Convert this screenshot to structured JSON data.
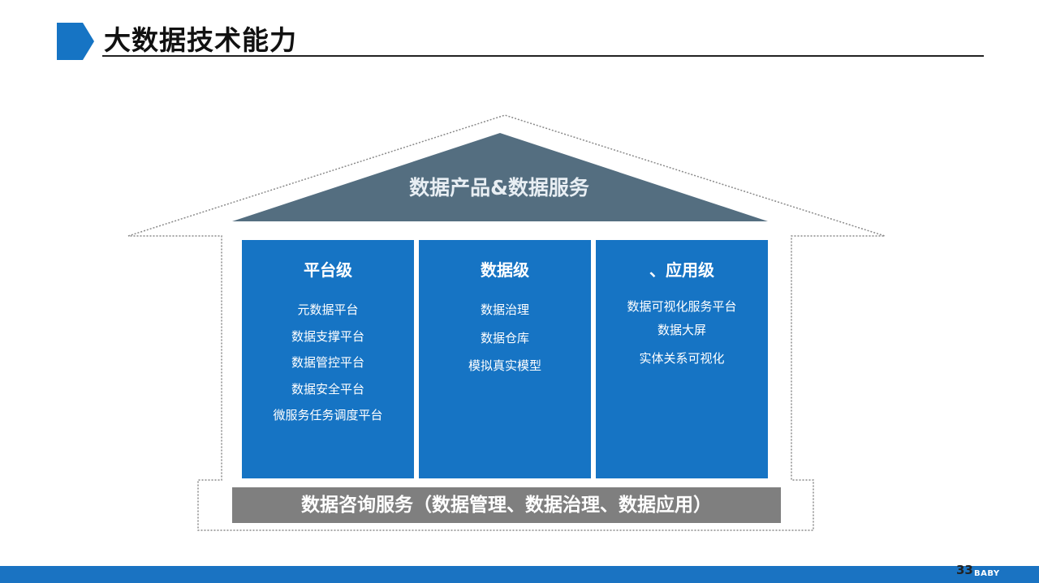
{
  "title": "大数据技术能力",
  "roof": {
    "label": "数据产品&数据服务"
  },
  "columns": [
    {
      "heading": "平台级",
      "items": [
        "元数据平台",
        "数据支撑平台",
        "数据管控平台",
        "数据安全平台",
        "微服务任务调度平台"
      ]
    },
    {
      "heading": "数据级",
      "items": [
        "数据治理",
        "数据仓库",
        "模拟真实模型"
      ]
    },
    {
      "heading": "、应用级",
      "items": [
        "数据可视化服务平台",
        "数据大屏",
        "实体关系可视化"
      ]
    }
  ],
  "base": {
    "label": "数据咨询服务（数据管理、数据治理、数据应用）"
  },
  "footer": {
    "page_number": "33",
    "brand": "BABY"
  },
  "colors": {
    "accent": "#1674c4",
    "roof": "#546e80",
    "base": "#7f7f7f",
    "footer": "#1a73c2"
  }
}
